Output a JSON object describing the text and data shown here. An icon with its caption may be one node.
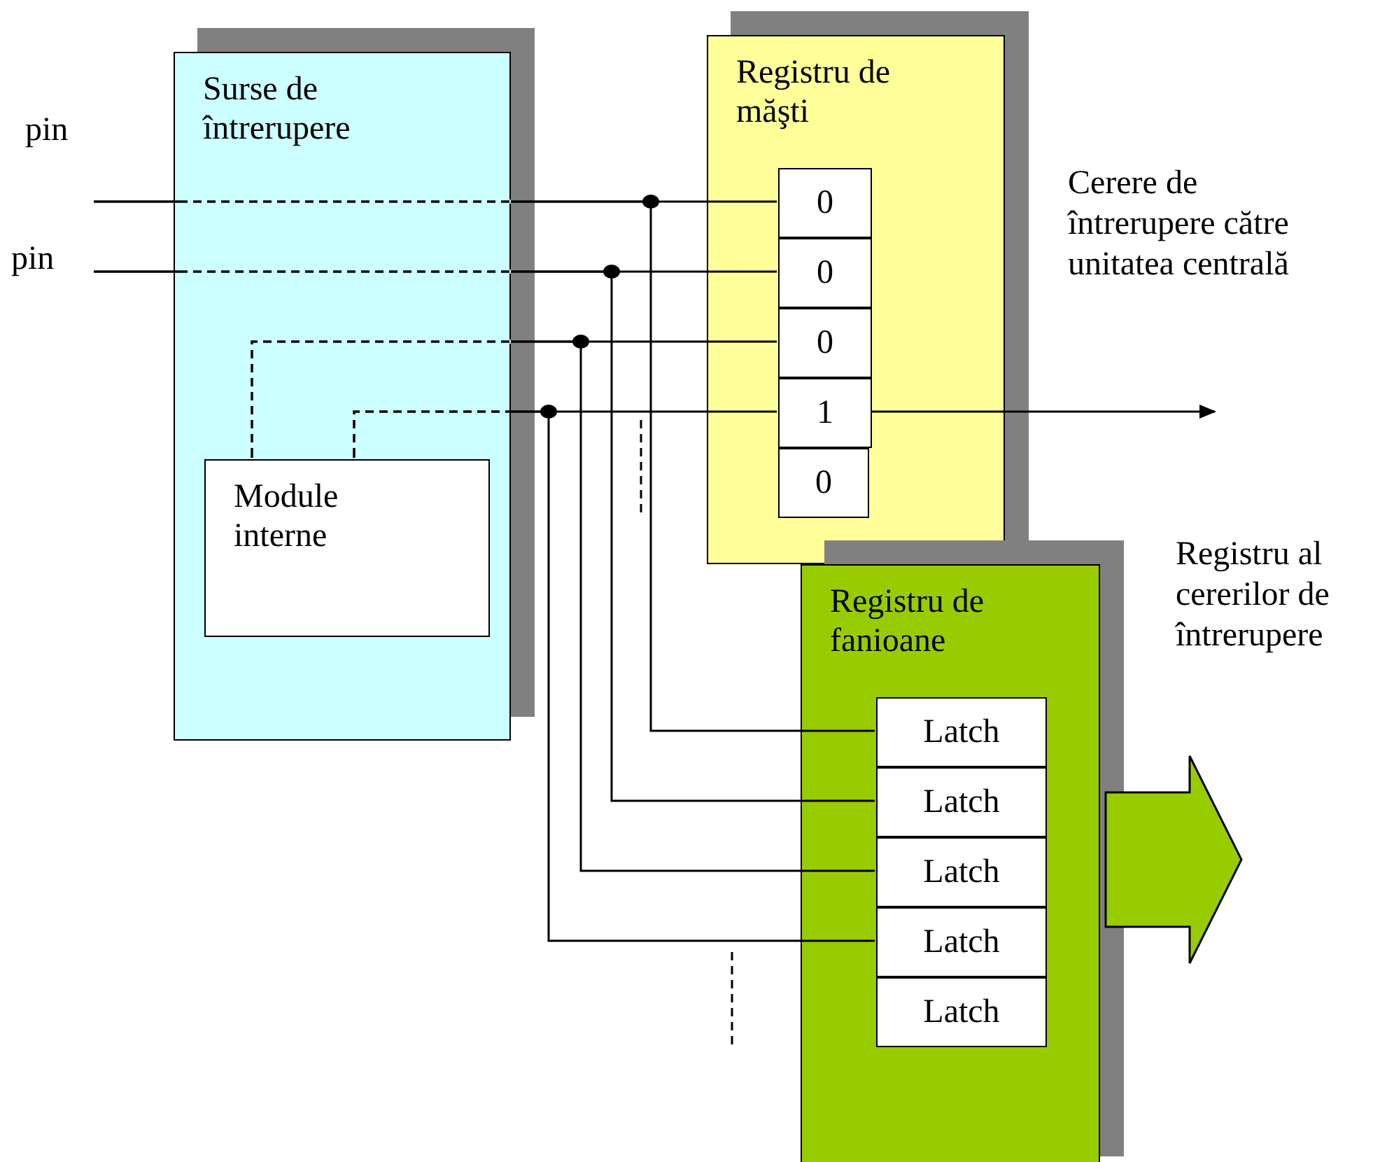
{
  "diagram": {
    "nodes": [
      {
        "text": [
          "pin"
        ]
      },
      {
        "text": [
          "pin"
        ]
      },
      {
        "text": [
          "Surse de întrerupere"
        ]
      },
      {
        "text": [
          "Module interne"
        ],
        "in": 2
      },
      {
        "text": [
          "Registru de măşti"
        ]
      },
      {
        "text": [
          "0"
        ],
        "in": 4
      },
      {
        "text": [
          "0"
        ],
        "in": 4
      },
      {
        "text": [
          "0"
        ],
        "in": 4
      },
      {
        "text": [
          "1"
        ],
        "in": 4
      },
      {
        "text": [
          "0"
        ],
        "in": 4
      },
      {
        "text": [
          "Registru de fanioane"
        ]
      },
      {
        "text": [
          "Latch"
        ],
        "in": 10
      },
      {
        "text": [
          "Latch"
        ],
        "in": 10
      },
      {
        "text": [
          "Latch"
        ],
        "in": 10
      },
      {
        "text": [
          "Latch"
        ],
        "in": 10
      },
      {
        "text": [
          "Latch"
        ],
        "in": 10
      }
    ],
    "edges": [
      {
        "from": 0,
        "to": 5,
        "arrow": "none"
      },
      {
        "from": 0,
        "to": 11,
        "arrow": "none"
      },
      {
        "from": 1,
        "to": 6,
        "arrow": "none"
      },
      {
        "from": 1,
        "to": 12,
        "arrow": "none"
      },
      {
        "from": 3,
        "to": 7,
        "arrow": "none"
      },
      {
        "from": 3,
        "to": 13,
        "arrow": "none"
      },
      {
        "from": 3,
        "to": 8,
        "arrow": "none"
      },
      {
        "from": 3,
        "to": 14,
        "arrow": "none"
      },
      {
        "from": 8,
        "to": null,
        "arrow": "to"
      },
      {
        "from": 10,
        "to": null,
        "arrow": "to",
        "style": "thick"
      }
    ],
    "labels": [
      "Cerere de întrerupere către unitatea centrală",
      "Registru al cererilor de întrerupere"
    ]
  }
}
